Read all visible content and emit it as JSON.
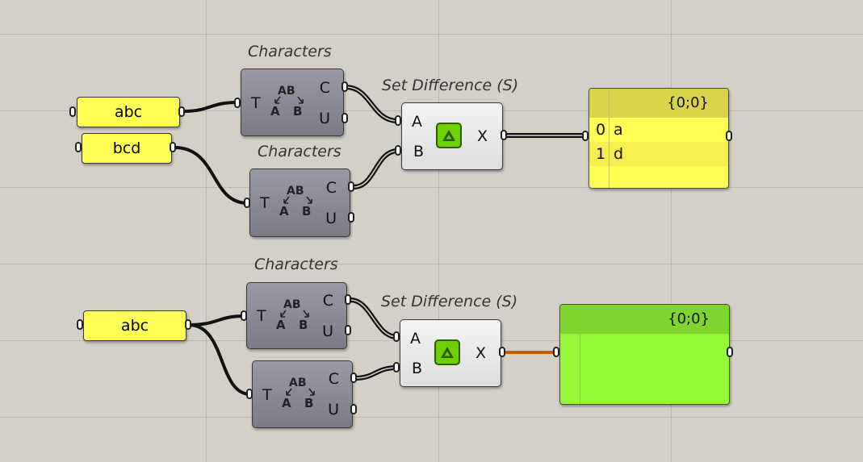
{
  "panels": [
    {
      "id": "panel-abc-top",
      "value": "abc"
    },
    {
      "id": "panel-bcd",
      "value": "bcd"
    },
    {
      "id": "panel-abc-bottom",
      "value": "abc"
    }
  ],
  "characters_components": [
    {
      "title": "Characters",
      "input": "T",
      "outputs": [
        "C",
        "U"
      ],
      "icon_top": "AB",
      "icon_left": "A",
      "icon_right": "B"
    },
    {
      "title": "Characters",
      "input": "T",
      "outputs": [
        "C",
        "U"
      ],
      "icon_top": "AB",
      "icon_left": "A",
      "icon_right": "B"
    },
    {
      "title": "Characters",
      "input": "T",
      "outputs": [
        "C",
        "U"
      ],
      "icon_top": "AB",
      "icon_left": "A",
      "icon_right": "B"
    },
    {
      "title": "",
      "input": "T",
      "outputs": [
        "C",
        "U"
      ],
      "icon_top": "AB",
      "icon_left": "A",
      "icon_right": "B"
    }
  ],
  "set_difference_components": [
    {
      "title": "Set Difference (S)",
      "inputs": [
        "A",
        "B"
      ],
      "output": "X"
    },
    {
      "title": "Set Difference (S)",
      "inputs": [
        "A",
        "B"
      ],
      "output": "X"
    }
  ],
  "viewers": [
    {
      "path": "{0;0}",
      "items": [
        {
          "index": "0",
          "value": "a"
        },
        {
          "index": "1",
          "value": "d"
        }
      ],
      "colors": {
        "body": "#ffff55",
        "header": "#d9d54a",
        "row_alt": "#f4f050"
      }
    },
    {
      "path": "{0;0}",
      "items": [],
      "colors": {
        "body": "#97f73a",
        "header": "#7ed52e"
      }
    }
  ],
  "colors": {
    "canvas": "#d4d0c8",
    "wire": "#111111",
    "wire_empty": "#e05a00",
    "panel": "#ffff55"
  },
  "icons": {
    "characters": "characters-ab-split-icon",
    "set_difference": "delta-icon"
  }
}
